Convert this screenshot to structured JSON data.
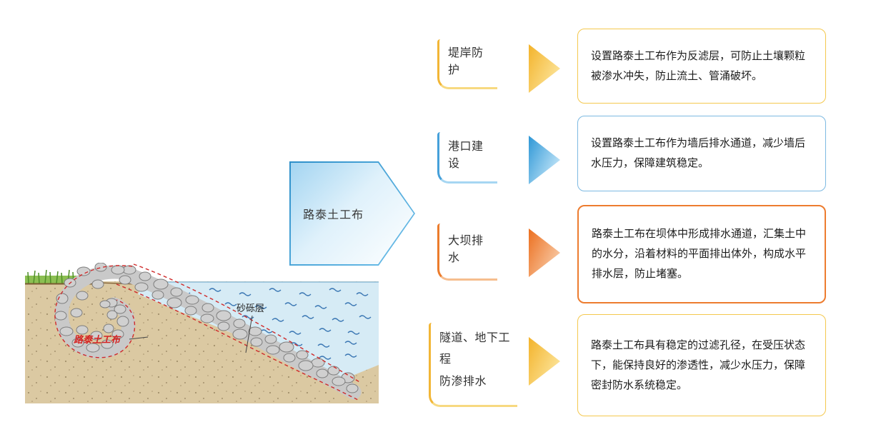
{
  "center": {
    "label": "路泰土工布",
    "border_color": "#2d8fc9",
    "fill_color": "#dff1fb"
  },
  "rows": [
    {
      "label_lines": [
        "堤岸防护"
      ],
      "accent_color": "#f2b636",
      "accent_light": "#fce49a",
      "box_border": "#f4c84e",
      "description": "设置路泰土工布作为反滤层，可防止土壤颗粒被渗水冲失，防止流土、管涌破坏。"
    },
    {
      "label_lines": [
        "港口建设"
      ],
      "accent_color": "#2e97d6",
      "accent_light": "#c2e5f8",
      "box_border": "#7cb9e2",
      "description": "设置路泰土工布作为墙后排水通道，减少墙后水压力，保障建筑稳定。"
    },
    {
      "label_lines": [
        "大坝排水"
      ],
      "accent_color": "#ec6f1f",
      "accent_light": "#f8c9a4",
      "box_border": "#ed7c2f",
      "description": "路泰土工布在坝体中形成排水通道，汇集土中的水分，沿着材料的平面排出体外，构成水平排水层，防止堵塞。"
    },
    {
      "label_lines": [
        "隧道、地下工程",
        "防渗排水"
      ],
      "accent_color": "#f2b636",
      "accent_light": "#fce49a",
      "box_border": "#f4c84e",
      "description": "路泰土工布具有稳定的过滤孔径，在受压状态下，能保持良好的渗透性，减少水压力，保障密封防水系统稳定。"
    }
  ],
  "illustration": {
    "gravel_label": "砂砾层",
    "geotextile_label": "路泰土工布",
    "sand_color": "#dbc9a2",
    "water_color": "#d6ebf5",
    "stone_color": "#d0d0d0",
    "grass_color": "#8cbf52",
    "dashed_line_color": "#cf2b2b"
  }
}
